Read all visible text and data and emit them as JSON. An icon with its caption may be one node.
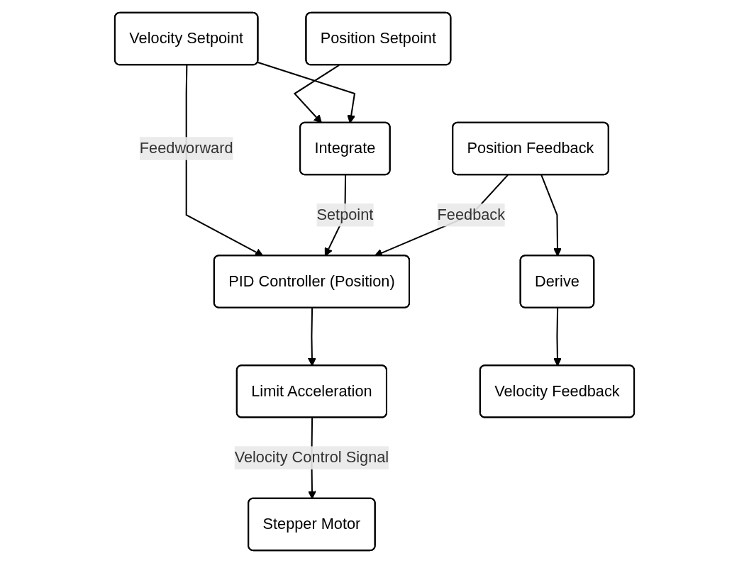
{
  "diagram": {
    "nodes": [
      {
        "text": [
          "Velocity Setpoint"
        ]
      },
      {
        "text": [
          "Position Setpoint"
        ]
      },
      {
        "text": [
          "Position Feedback"
        ]
      },
      {
        "text": [
          "Integrate"
        ]
      },
      {
        "text": [
          "PID Controller (Position)"
        ]
      },
      {
        "text": [
          "Derive"
        ]
      },
      {
        "text": [
          "Limit Acceleration"
        ]
      },
      {
        "text": [
          "Velocity Feedback"
        ]
      },
      {
        "text": [
          "Stepper Motor"
        ]
      }
    ],
    "edges": [
      {
        "from": 1,
        "to": 3,
        "arrow": "to"
      },
      {
        "from": 0,
        "to": 3,
        "arrow": "to"
      },
      {
        "from": 0,
        "to": 4,
        "arrow": "to",
        "label": "Feedworward"
      },
      {
        "from": 3,
        "to": 4,
        "arrow": "to",
        "label": "Setpoint"
      },
      {
        "from": 2,
        "to": 4,
        "arrow": "to",
        "label": "Feedback"
      },
      {
        "from": 2,
        "to": 5,
        "arrow": "to"
      },
      {
        "from": 4,
        "to": 6,
        "arrow": "to"
      },
      {
        "from": 5,
        "to": 7,
        "arrow": "to"
      },
      {
        "from": 6,
        "to": 8,
        "arrow": "to",
        "label": "Velocity Control Signal"
      }
    ]
  }
}
